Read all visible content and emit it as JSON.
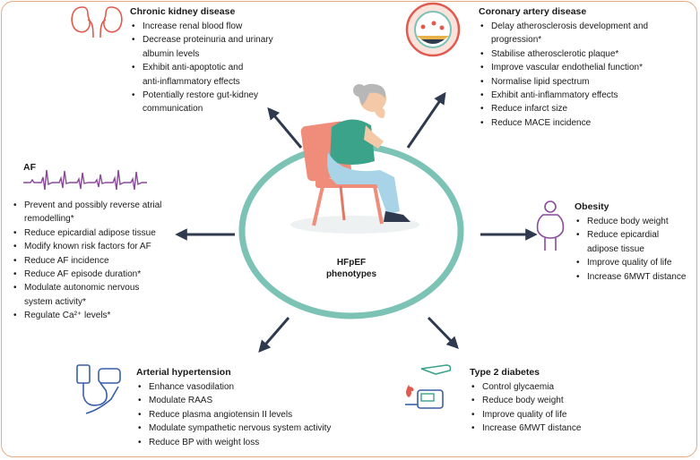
{
  "center": {
    "line1": "HFpEF",
    "line2": "phenotypes"
  },
  "ckd": {
    "title": "Chronic kidney disease",
    "items": [
      "Increase renal blood flow",
      "Decrease proteinuria and urinary",
      "albumin levels",
      "Exhibit anti-apoptotic and",
      "anti-inflammatory effects",
      "Potentially restore gut-kidney",
      "communication"
    ]
  },
  "cad": {
    "title": "Coronary artery disease",
    "items": [
      "Delay atherosclerosis development and",
      "progression*",
      "Stabilise atherosclerotic plaque*",
      "Improve vascular endothelial function*",
      "Normalise lipid spectrum",
      "Exhibit anti-inflammatory effects",
      "Reduce infarct size",
      "Reduce MACE incidence"
    ]
  },
  "af": {
    "title": "AF",
    "items": [
      "Prevent and possibly reverse atrial",
      "remodelling*",
      "Reduce epicardial adipose tissue",
      "Modify known risk factors for AF",
      "Reduce AF incidence",
      "Reduce AF episode duration*",
      "Modulate autonomic nervous",
      "system activity*",
      "Regulate Ca²⁺ levels*"
    ]
  },
  "obesity": {
    "title": "Obesity",
    "items": [
      "Reduce body weight",
      "Reduce epicardial",
      "adipose tissue",
      "Improve quality of life",
      "Increase 6MWT distance"
    ]
  },
  "hypertension": {
    "title": "Arterial hypertension",
    "items": [
      "Enhance vasodilation",
      "Modulate RAAS",
      "Reduce plasma angiotensin II levels",
      "Modulate sympathetic nervous system activity",
      "Reduce BP with weight loss"
    ]
  },
  "diabetes": {
    "title": "Type 2 diabetes",
    "items": [
      "Control glycaemia",
      "Reduce body weight",
      "Improve quality of life",
      "Increase 6MWT distance"
    ]
  },
  "colors": {
    "border": "#e8a882",
    "teal": "#7cc3b6",
    "navy": "#2f3a4f",
    "red": "#e05a4e",
    "purple": "#8a4a9a",
    "blue": "#3a5fa8"
  },
  "icons": [
    "kidneys-icon",
    "artery-plaque-icon",
    "ecg-wave-icon",
    "person-obesity-icon",
    "blood-pressure-icon",
    "glucose-meter-icon",
    "elderly-woman-chair-illustration"
  ]
}
